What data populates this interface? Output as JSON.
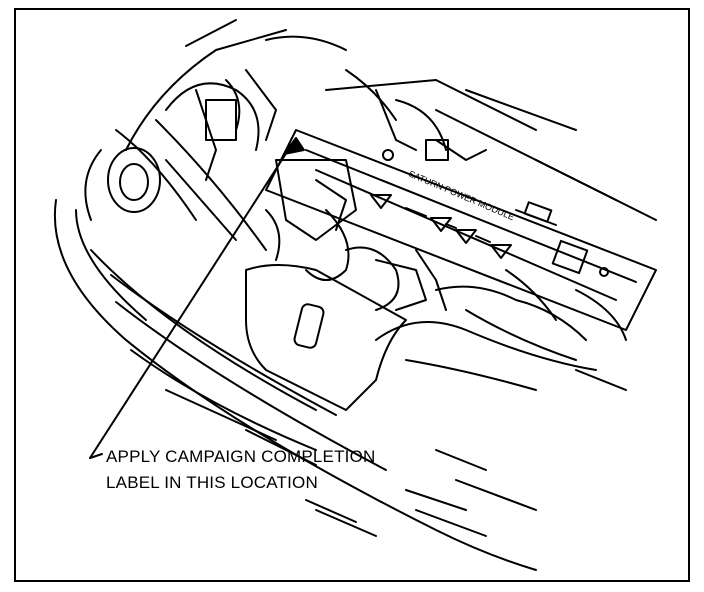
{
  "figure": {
    "callout_line_1": "APPLY CAMPAIGN COMPLETION",
    "callout_line_2": "LABEL IN THIS LOCATION",
    "module_label": "SATURN POWER MODULE",
    "line_color": "#000000",
    "background_color": "#ffffff"
  }
}
